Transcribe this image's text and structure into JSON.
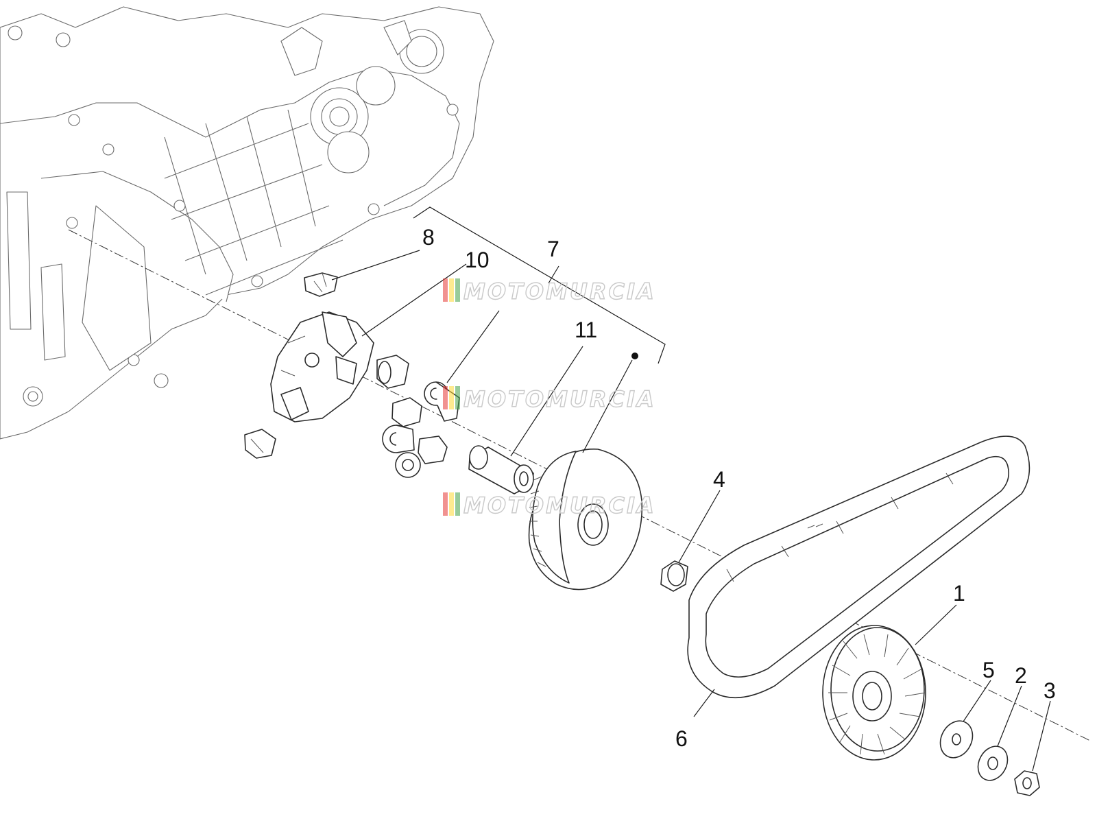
{
  "callouts": {
    "c1": "1",
    "c2": "2",
    "c3": "3",
    "c4": "4",
    "c5": "5",
    "c6": "6",
    "c7": "7",
    "c8": "8",
    "c10": "10",
    "c11": "11"
  },
  "watermark": {
    "text": "MOTOMURCIA",
    "stripe_colors": [
      "#e53935",
      "#fdd835",
      "#43a047"
    ]
  },
  "colors": {
    "line": "#2b2b2b",
    "background": "#ffffff"
  }
}
